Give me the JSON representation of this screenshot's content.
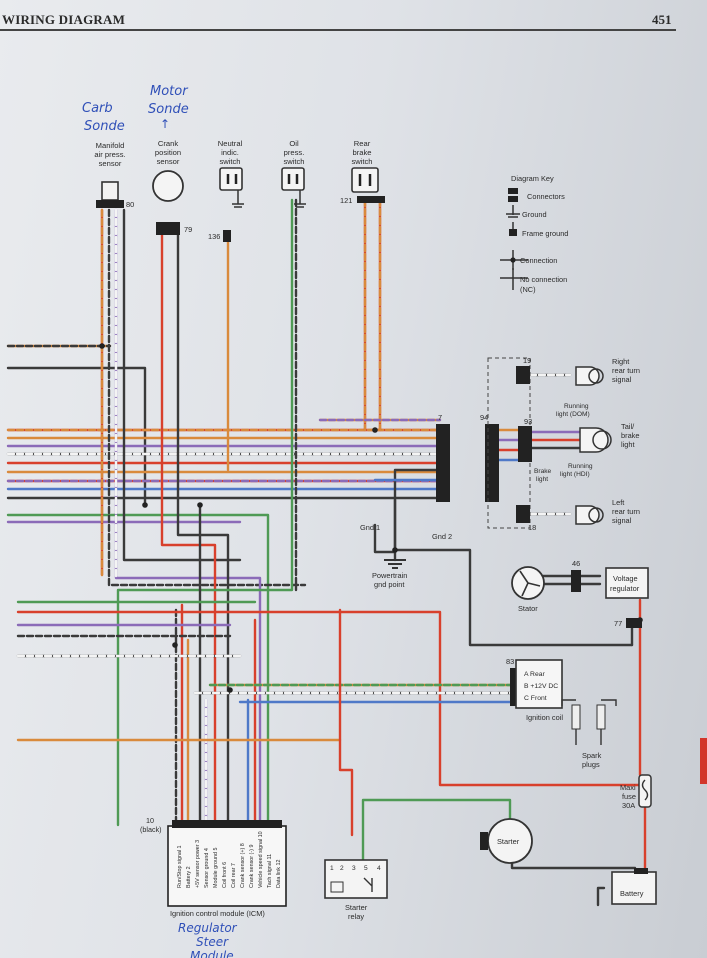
{
  "header": {
    "title": "WIRING DIAGRAM",
    "page_number": "451"
  },
  "handwritten": {
    "note1_line1": "Carb",
    "note1_line2": "Sonde",
    "note2_line1": "Motor",
    "note2_line2": "Sonde",
    "note3_line1": "Regulator",
    "note3_line2": "Steer",
    "note3_line3": "Module"
  },
  "components": {
    "manifold_sensor": [
      "Manifold",
      "air press.",
      "sensor"
    ],
    "crank_sensor": [
      "Crank",
      "position",
      "sensor"
    ],
    "neutral_switch": [
      "Neutral",
      "indic.",
      "switch"
    ],
    "oil_switch": [
      "Oil",
      "press.",
      "switch"
    ],
    "rear_brake_switch": [
      "Rear",
      "brake",
      "switch"
    ],
    "right_turn": [
      "Right",
      "rear turn",
      "signal"
    ],
    "tail_brake": [
      "Tail/",
      "brake",
      "light"
    ],
    "left_turn": [
      "Left",
      "rear turn",
      "signal"
    ],
    "running_dom": [
      "Running",
      "light (DOM)"
    ],
    "running_hdi": [
      "Running",
      "light (HDI)"
    ],
    "brake_light": [
      "Brake",
      "light"
    ],
    "powertrain_gnd": [
      "Powertrain",
      "gnd point"
    ],
    "gnd1": "Gnd 1",
    "gnd2": "Gnd 2",
    "stator": "Stator",
    "voltage_regulator": [
      "Voltage",
      "regulator"
    ],
    "ignition_coil": "Ignition coil",
    "coil_pins": [
      "A Rear",
      "B +12V DC",
      "C Front"
    ],
    "spark_plugs": [
      "Spark",
      "plugs"
    ],
    "maxi_fuse": [
      "Maxi",
      "fuse",
      "30A"
    ],
    "starter": "Starter",
    "battery": "Battery",
    "starter_relay": [
      "Starter",
      "relay"
    ],
    "relay_pins": [
      "1",
      "2",
      "3",
      "5",
      "4"
    ],
    "icm": "Ignition control module (ICM)",
    "icm_connector": [
      "10",
      "(black)"
    ],
    "icm_pins": [
      "Run/Stop signal 1",
      "Battery 2",
      "+5V sensor power 3",
      "Sensor ground 4",
      "Module ground 5",
      "Coil front 6",
      "Coil rear 7",
      "Crank sensor (+) 8",
      "Crank sensor (-) 9",
      "Vehicle speed signal 10",
      "Tach signal 11",
      "Data link 12"
    ]
  },
  "connector_numbers": {
    "c80": "80",
    "c79": "79",
    "c136": "136",
    "c121": "121",
    "c7": "7",
    "c94": "94",
    "c19": "19",
    "c93": "93",
    "c18": "18",
    "c46": "46",
    "c77": "77",
    "c83": "83"
  },
  "diagram_key": {
    "title": "Diagram Key",
    "connectors": "Connectors",
    "ground": "Ground",
    "frame_ground": "Frame ground",
    "connection": "Connection",
    "no_connection": "No connection",
    "nc": "(NC)"
  },
  "colors": {
    "red": "#d8402c",
    "orange": "#d98a3c",
    "black": "#3a3a3a",
    "green": "#4f9a55",
    "blue": "#4f79c8",
    "violet": "#8b6bb8",
    "white": "#ffffff"
  }
}
